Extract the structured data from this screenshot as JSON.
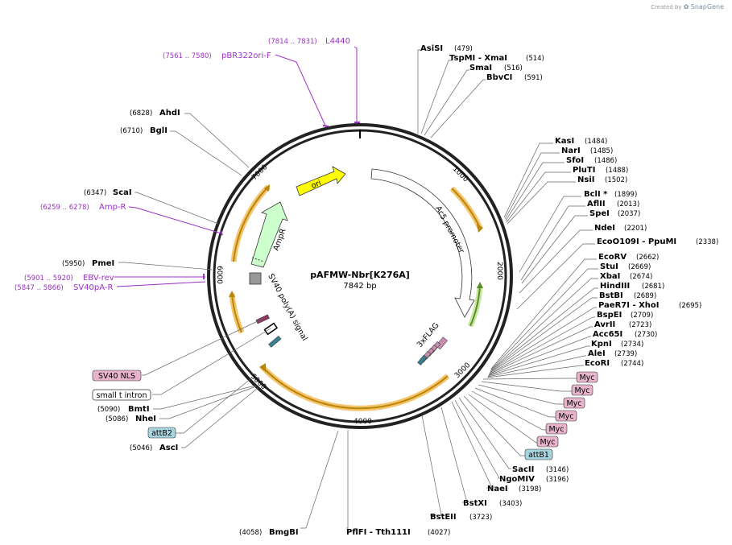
{
  "credit": {
    "prefix": "Created by",
    "brand": "SnapGene"
  },
  "plasmid": {
    "name": "pAFMW-Nbr[K276A]",
    "length": "7842 bp",
    "bp": 7842
  },
  "ticks": [
    "1000",
    "2000",
    "3000",
    "4000",
    "5000",
    "6000",
    "7000"
  ],
  "enzymes_top": [
    {
      "name": "AsiSI",
      "pos": "(479)"
    },
    {
      "name": "TspMI - XmaI",
      "pos": "(514)"
    },
    {
      "name": "SmaI",
      "pos": "(516)"
    },
    {
      "name": "BbvCI",
      "pos": "(591)"
    }
  ],
  "enzymes_right": [
    {
      "name": "KasI",
      "pos": "(1484)"
    },
    {
      "name": "NarI",
      "pos": "(1485)"
    },
    {
      "name": "SfoI",
      "pos": "(1486)"
    },
    {
      "name": "PluTI",
      "pos": "(1488)"
    },
    {
      "name": "NsiI",
      "pos": "(1502)"
    },
    {
      "name": "BclI *",
      "pos": "(1899)"
    },
    {
      "name": "AflII",
      "pos": "(2013)"
    },
    {
      "name": "SpeI",
      "pos": "(2037)"
    },
    {
      "name": "NdeI",
      "pos": "(2201)"
    },
    {
      "name": "EcoO109I - PpuMI",
      "pos": "(2338)"
    },
    {
      "name": "EcoRV",
      "pos": "(2662)"
    },
    {
      "name": "StuI",
      "pos": "(2669)"
    },
    {
      "name": "XbaI",
      "pos": "(2674)"
    },
    {
      "name": "HindIII",
      "pos": "(2681)"
    },
    {
      "name": "BstBI",
      "pos": "(2689)"
    },
    {
      "name": "PaeR7I - XhoI",
      "pos": "(2695)"
    },
    {
      "name": "BspEI",
      "pos": "(2709)"
    },
    {
      "name": "AvrII",
      "pos": "(2723)"
    },
    {
      "name": "Acc65I",
      "pos": "(2730)"
    },
    {
      "name": "KpnI",
      "pos": "(2734)"
    },
    {
      "name": "AleI",
      "pos": "(2739)"
    },
    {
      "name": "EcoRI",
      "pos": "(2744)"
    }
  ],
  "enzymes_bottom": [
    {
      "name": "SacII",
      "pos": "(3146)"
    },
    {
      "name": "NgoMIV",
      "pos": "(3196)"
    },
    {
      "name": "NaeI",
      "pos": "(3198)"
    },
    {
      "name": "BstXI",
      "pos": "(3403)"
    },
    {
      "name": "BstEII",
      "pos": "(3723)"
    },
    {
      "name": "PflFI - Tth111I",
      "pos": "(4027)"
    },
    {
      "name": "BmgBI",
      "pos": "(4058)"
    }
  ],
  "enzymes_left": [
    {
      "name": "AscI",
      "pos": "(5046)"
    },
    {
      "name": "NheI",
      "pos": "(5086)"
    },
    {
      "name": "BmtI",
      "pos": "(5090)"
    },
    {
      "name": "PmeI",
      "pos": "(5950)"
    },
    {
      "name": "ScaI",
      "pos": "(6347)"
    },
    {
      "name": "BglI",
      "pos": "(6710)"
    },
    {
      "name": "AhdI",
      "pos": "(6828)"
    }
  ],
  "primers": [
    {
      "name": "L4440",
      "pos": "(7814 .. 7831)"
    },
    {
      "name": "pBR322ori-F",
      "pos": "(7561 .. 7580)"
    },
    {
      "name": "Amp-R",
      "pos": "(6259 .. 6278)"
    },
    {
      "name": "EBV-rev",
      "pos": "(5901 .. 5920)"
    },
    {
      "name": "SV40pA-R",
      "pos": "(5847 .. 5866)"
    }
  ],
  "feature_labels": {
    "ori": "ori",
    "ampr": "AmpR",
    "ac5": "Ac5 promoter",
    "sv40pa": "SV40 poly(A) signal",
    "flag": "3xFLAG"
  },
  "boxed_features": {
    "myc": [
      "Myc",
      "Myc",
      "Myc",
      "Myc",
      "Myc",
      "Myc"
    ],
    "attb1": "attB1",
    "attb2": "attB2",
    "sv40nls": "SV40 NLS",
    "small_t": "small t intron"
  },
  "colors": {
    "ori": "#ffff00",
    "ampr": "#ccffcc",
    "orf_arrow": "#b8860b",
    "orf_halo": "#f5c56e",
    "orf_green": "#7fbf3f",
    "primer": "#9b2fc7",
    "myc_box": "#e8b4cc",
    "att_box": "#a8d4e0",
    "flag": "#c98fb0"
  }
}
